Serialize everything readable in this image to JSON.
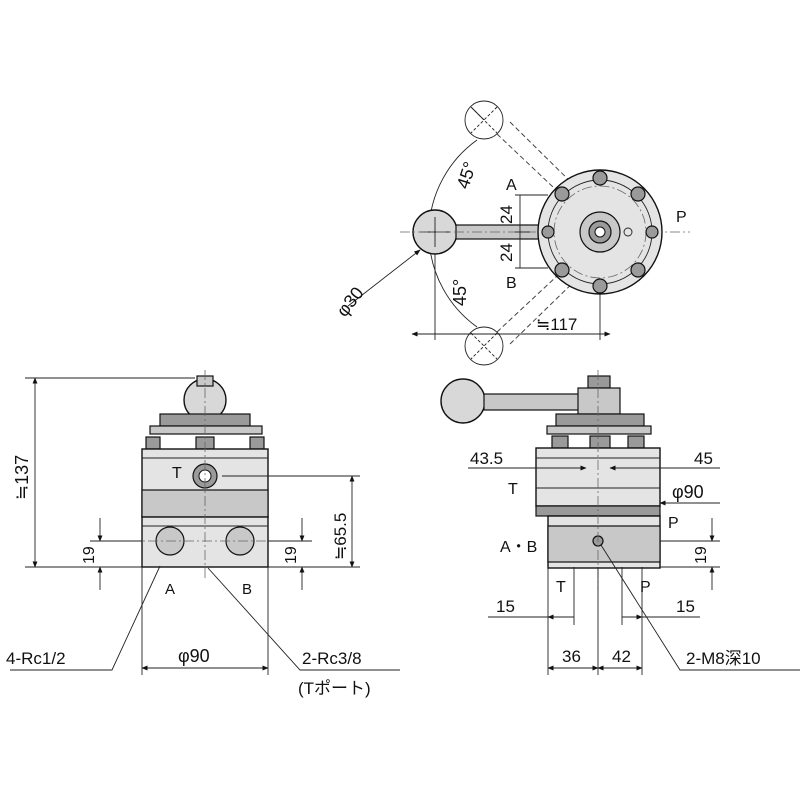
{
  "labels": {
    "top_angle_upper": "45°",
    "top_angle_lower": "45°",
    "top_port_a": "A",
    "top_port_b": "B",
    "top_port_p": "P",
    "top_dim_24_upper": "24",
    "top_dim_24_lower": "24",
    "top_phi30": "φ30",
    "top_dim_117": "≒117",
    "left_height": "≒137",
    "left_port_t": "T",
    "left_dim_19_l": "19",
    "left_dim_19_r": "19",
    "left_dim_655": "≒65.5",
    "left_port_a": "A",
    "left_port_b": "B",
    "left_callout_rc12": "4-Rc1/2",
    "left_phi90": "φ90",
    "left_callout_rc38": "2-Rc3/8",
    "left_callout_tport": "(Tポート)",
    "right_dim_435": "43.5",
    "right_dim_45": "45",
    "right_port_t": "T",
    "right_phi90": "φ90",
    "right_port_p": "P",
    "right_port_ab": "A・B",
    "right_dim_19": "19",
    "right_port_t2": "T",
    "right_port_p2": "P",
    "right_dim_15_l": "15",
    "right_dim_15_r": "15",
    "right_dim_36": "36",
    "right_dim_42": "42",
    "right_callout_m8": "2-M8深10"
  }
}
